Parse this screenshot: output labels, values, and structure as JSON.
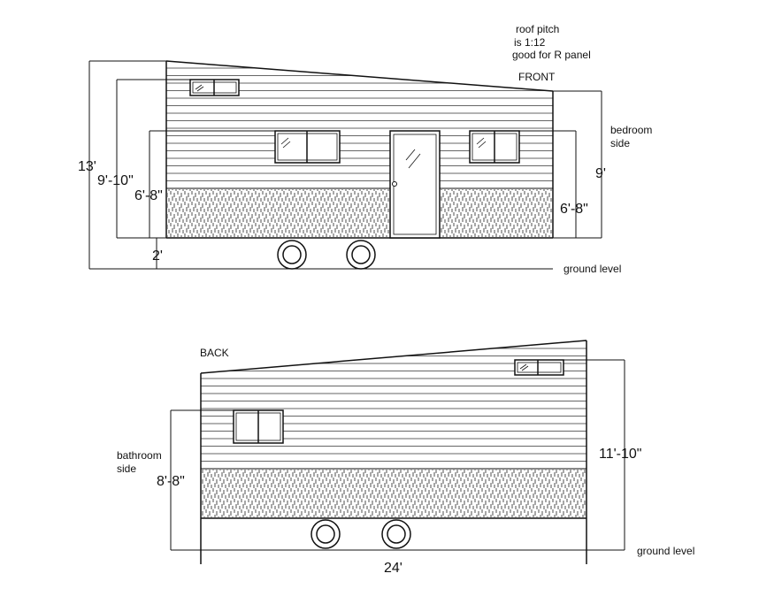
{
  "annotations": {
    "roof_note": [
      "roof pitch",
      "is 1:12",
      "good for R panel"
    ]
  },
  "front": {
    "title": "FRONT",
    "side_label": [
      "bedroom",
      "side"
    ],
    "ground_label": "ground level",
    "dims": {
      "total_height": "13'",
      "window_height": "9'-10\"",
      "door_height_left": "6'-8\"",
      "wall_right": "9'",
      "door_height_right": "6'-8\"",
      "trailer_height": "2'"
    }
  },
  "back": {
    "title": "BACK",
    "side_label": [
      "bathroom",
      "side"
    ],
    "ground_label": "ground level",
    "dims": {
      "window_height": "8'-8\"",
      "total_height": "11'-10\"",
      "length": "24'"
    }
  }
}
